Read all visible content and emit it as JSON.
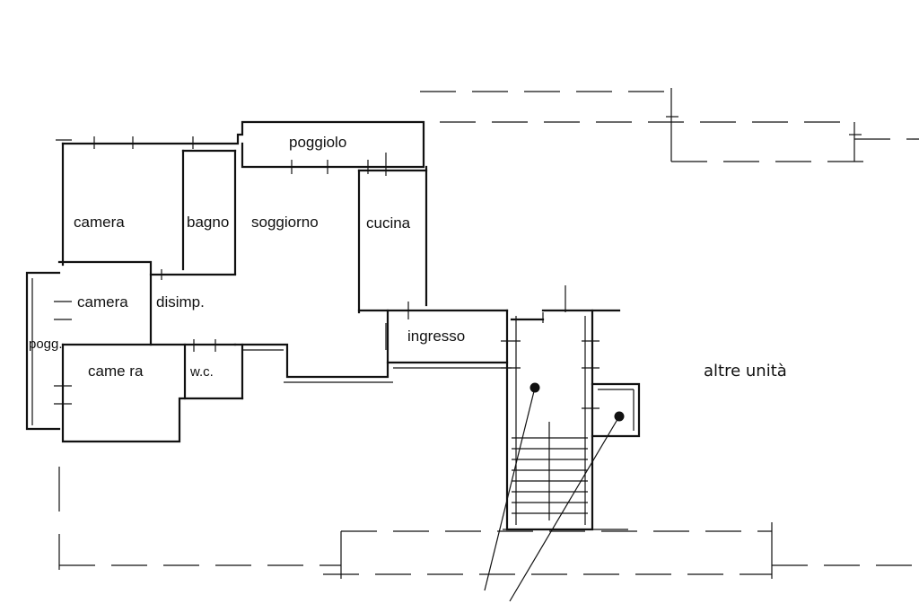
{
  "plan": {
    "rooms": [
      {
        "id": "poggiolo",
        "label": "poggiolo"
      },
      {
        "id": "camera-1",
        "label": "camera"
      },
      {
        "id": "bagno",
        "label": "bagno"
      },
      {
        "id": "soggiorno",
        "label": "soggiorno"
      },
      {
        "id": "cucina",
        "label": "cucina"
      },
      {
        "id": "camera-2",
        "label": "camera"
      },
      {
        "id": "disimp",
        "label": "disimp."
      },
      {
        "id": "pogg",
        "label": "pogg."
      },
      {
        "id": "camera-3",
        "label": "came ra"
      },
      {
        "id": "wc",
        "label": "w.c."
      },
      {
        "id": "ingresso",
        "label": "ingresso"
      }
    ],
    "other_units": "altre  unità"
  }
}
